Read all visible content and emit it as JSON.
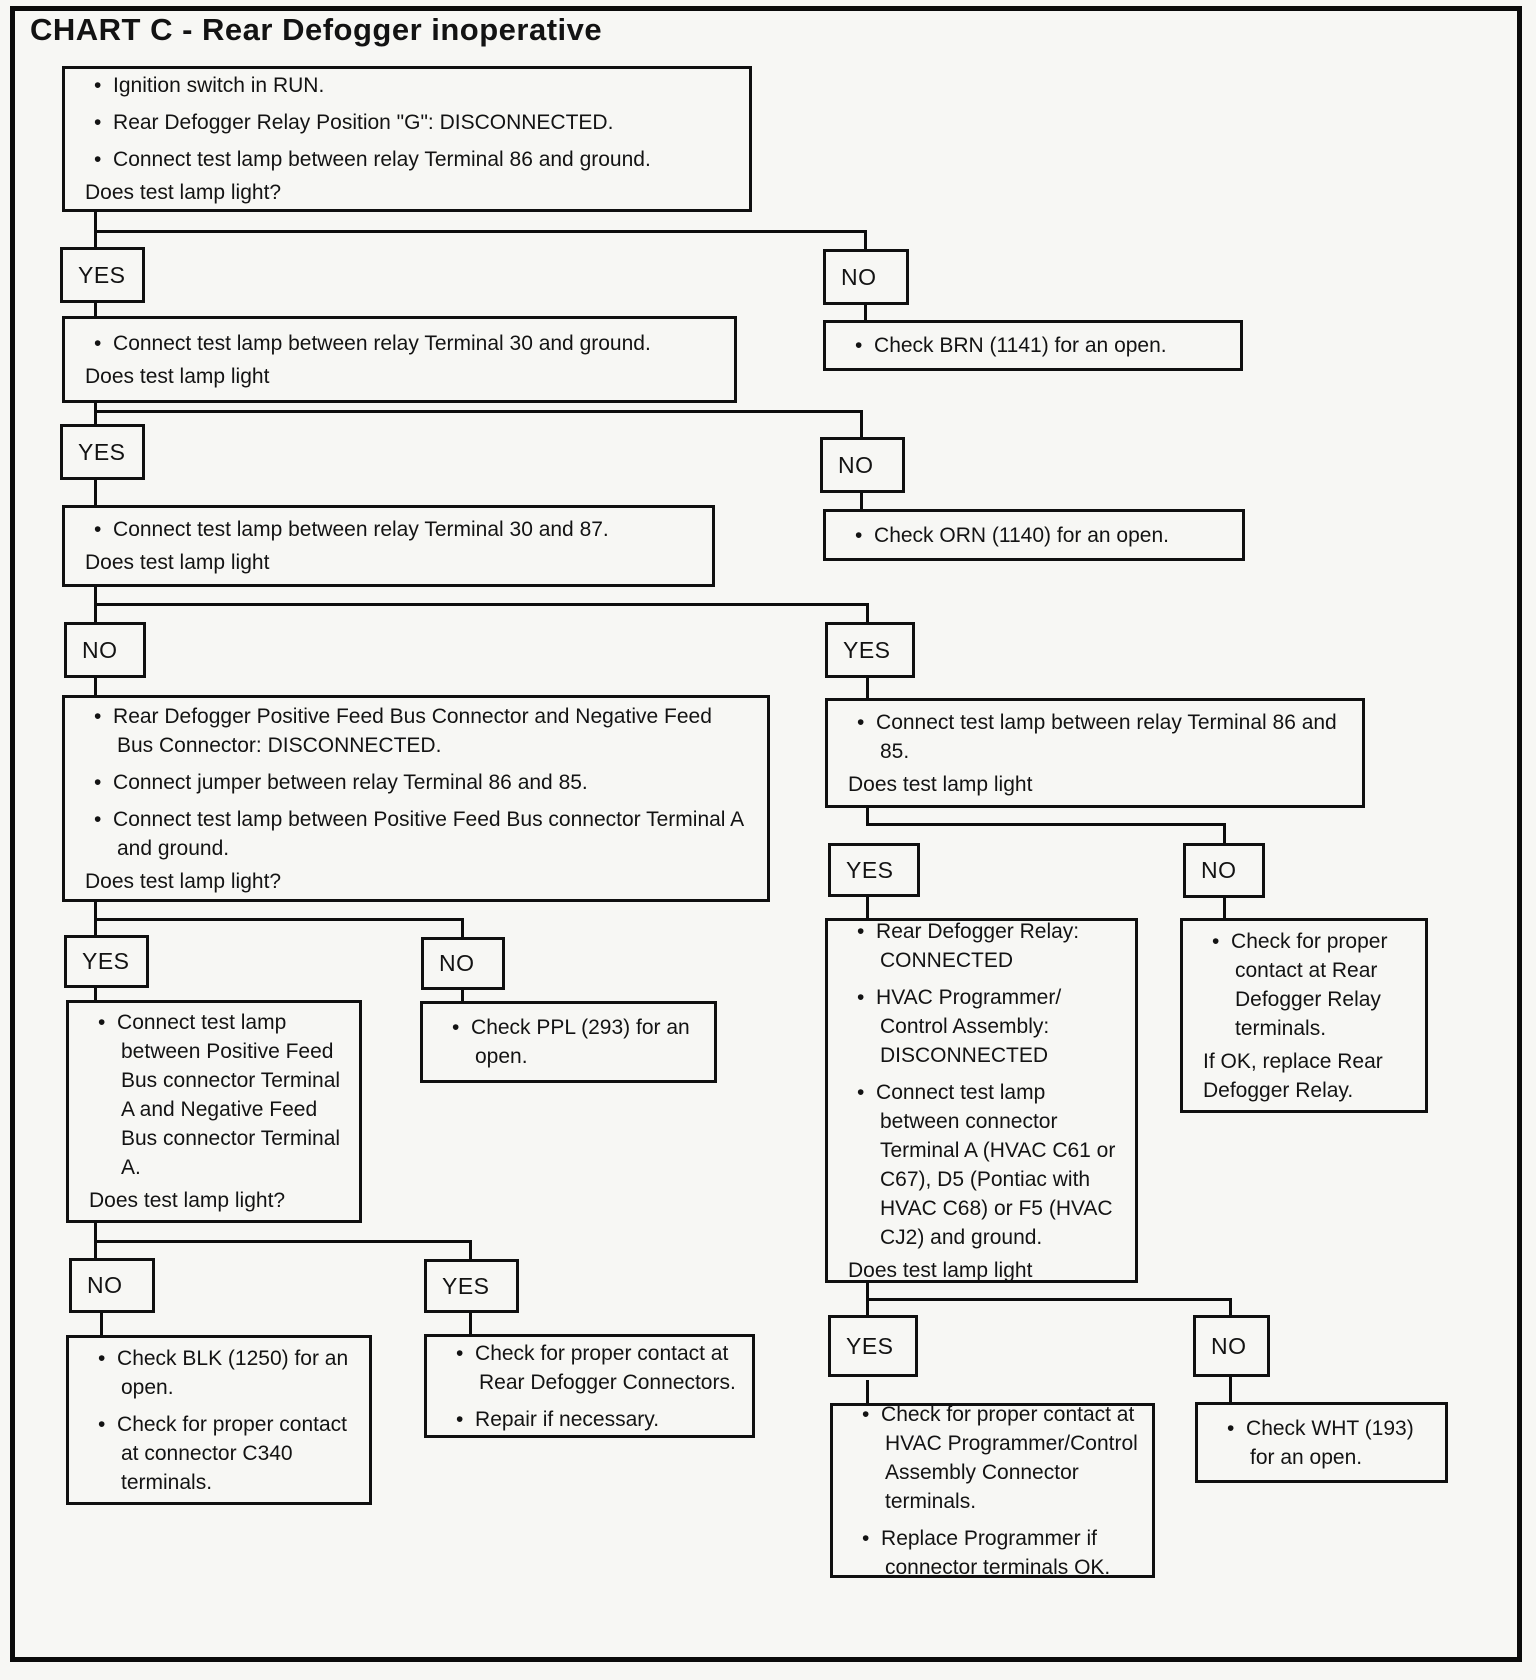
{
  "title": "CHART C - Rear Defogger inoperative",
  "decision_labels": {
    "yes": "YES",
    "no": "NO"
  },
  "boxes": {
    "start": {
      "items": [
        {
          "b": 1,
          "t": "Ignition switch in RUN."
        },
        {
          "b": 1,
          "t": "Rear Defogger Relay Position \"G\": DISCONNECTED."
        },
        {
          "b": 1,
          "t": "Connect test lamp between relay Terminal 86 and ground."
        },
        {
          "q": 1,
          "t": "Does test lamp light?"
        }
      ]
    },
    "lamp_30_ground": {
      "items": [
        {
          "b": 1,
          "t": "Connect test lamp between relay Terminal 30 and ground."
        },
        {
          "q": 1,
          "t": "Does test lamp light"
        }
      ]
    },
    "check_brn": {
      "items": [
        {
          "b": 1,
          "t": "Check BRN (1141) for an open."
        }
      ]
    },
    "lamp_30_87": {
      "items": [
        {
          "b": 1,
          "t": "Connect test lamp between relay Terminal 30 and 87."
        },
        {
          "q": 1,
          "t": "Does test lamp light"
        }
      ]
    },
    "check_orn": {
      "items": [
        {
          "b": 1,
          "t": "Check ORN (1140) for an open."
        }
      ]
    },
    "feed_bus_test": {
      "items": [
        {
          "b": 1,
          "t": "Rear Defogger Positive Feed Bus Connector and Negative Feed Bus Connector: DISCONNECTED."
        },
        {
          "b": 1,
          "t": "Connect jumper between relay Terminal 86 and 85."
        },
        {
          "b": 1,
          "t": "Connect test lamp between Positive Feed Bus connector Terminal A and ground."
        },
        {
          "q": 1,
          "t": "Does test lamp light?"
        }
      ]
    },
    "lamp_86_85": {
      "items": [
        {
          "b": 1,
          "t": "Connect test lamp between relay Terminal 86 and 85."
        },
        {
          "q": 1,
          "t": "Does test lamp light"
        }
      ]
    },
    "pos_neg_lamp": {
      "items": [
        {
          "b": 1,
          "t": "Connect test lamp between Positive Feed Bus connector Terminal A and Negative Feed Bus connector Terminal A."
        },
        {
          "q": 1,
          "t": "Does test lamp light?"
        }
      ]
    },
    "check_ppl": {
      "items": [
        {
          "b": 1,
          "t": "Check PPL (293) for an open."
        }
      ]
    },
    "check_blk": {
      "items": [
        {
          "b": 1,
          "t": "Check BLK (1250) for an open."
        },
        {
          "b": 1,
          "t": "Check for proper contact at connector C340 terminals."
        }
      ]
    },
    "defogger_connectors": {
      "items": [
        {
          "b": 1,
          "t": "Check for proper contact at Rear Defogger Connectors."
        },
        {
          "b": 1,
          "t": "Repair if necessary."
        }
      ]
    },
    "hvac_test": {
      "items": [
        {
          "b": 1,
          "t": "Rear Defogger Relay: CONNECTED"
        },
        {
          "b": 1,
          "t": "HVAC Programmer/ Control Assembly: DISCONNECTED"
        },
        {
          "b": 1,
          "t": "Connect test lamp between connector Terminal A (HVAC C61 or C67), D5 (Pontiac with HVAC C68) or F5 (HVAC CJ2) and ground."
        },
        {
          "q": 1,
          "t": "Does test lamp light"
        }
      ]
    },
    "relay_terminals": {
      "items": [
        {
          "b": 1,
          "t": "Check for proper contact at Rear Defogger Relay terminals."
        },
        {
          "q": 1,
          "t": "If OK, replace Rear Defogger Relay."
        }
      ]
    },
    "programmer_terminals": {
      "items": [
        {
          "b": 1,
          "t": "Check for proper contact at HVAC Programmer/Control Assembly Connector terminals."
        },
        {
          "b": 1,
          "t": "Replace Programmer if connector terminals OK."
        }
      ]
    },
    "check_wht": {
      "items": [
        {
          "b": 1,
          "t": "Check WHT (193) for an open."
        }
      ]
    }
  }
}
